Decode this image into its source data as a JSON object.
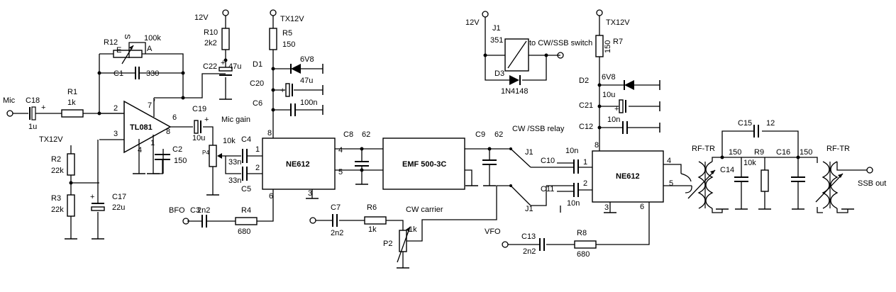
{
  "labels": {
    "mic": "Mic",
    "c18": "C18",
    "c18v": "1u",
    "r1": "R1",
    "r1v": "1k",
    "r12": "R12",
    "r12v": "100k",
    "r12s": "S",
    "r12e": "E",
    "r12a": "A",
    "c1": "C1",
    "c1v": "330",
    "opamp": "TL081",
    "pin2": "2",
    "pin3": "3",
    "pin7": "7",
    "pin6": "6",
    "pin8": "8",
    "pin4": "4",
    "pin1": "1",
    "c2": "C2",
    "c2v": "150",
    "tx12a": "TX12V",
    "r2": "R2",
    "r2v": "22k",
    "r3": "R3",
    "r3v": "22k",
    "c17": "C17",
    "c17v": "22u",
    "v12a": "12V",
    "r10": "R10",
    "r10v": "2k2",
    "c22": "C22",
    "c22v": "47u",
    "c19": "C19",
    "c19v": "10u",
    "micgain": "Mic gain",
    "p4": "P4",
    "p4v": "10k",
    "c4": "C4",
    "c4v": "33n",
    "c5": "C5",
    "c5v": "33n",
    "tx12b": "TX12V",
    "r5": "R5",
    "r5v": "150",
    "d1": "D1",
    "d1v": "6V8",
    "c20": "C20",
    "c20v": "47u",
    "c6": "C6",
    "c6v": "100n",
    "ne612a": "NE612",
    "na1": "1",
    "na2": "2",
    "na3": "3",
    "na4": "4",
    "na5": "5",
    "na6": "6",
    "na8": "8",
    "bfo": "BFO",
    "c3": "C3",
    "c3v": "2n2",
    "r4": "R4",
    "r4v": "680",
    "c8": "C8",
    "c8v": "62",
    "filter": "EMF 500-3C",
    "c9": "C9",
    "c9v": "62",
    "relaylbl": "CW /SSB relay",
    "c7": "C7",
    "c7v": "2n2",
    "r6": "R6",
    "r6v": "1k",
    "cwcarrier": "CW carrier",
    "p2": "P2",
    "p2v": "1k",
    "v12b": "12V",
    "j1top": "J1",
    "j1v": "351",
    "toswitch": "to CW/SSB switch",
    "d3": "D3",
    "d3v": "1N4148",
    "j1a": "J1",
    "j1b": "J1",
    "c10": "C10",
    "c10v": "10n",
    "c11": "C11",
    "c11v": "10n",
    "vfo": "VFO",
    "c13": "C13",
    "c13v": "2n2",
    "r8": "R8",
    "r8v": "680",
    "tx12c": "TX12V",
    "r7": "R7",
    "r7v": "150",
    "d2": "D2",
    "d2v": "6V8",
    "c21": "C21",
    "c21v": "10u",
    "c12": "C12",
    "c12v": "10n",
    "ne612b": "NE612",
    "nb1": "1",
    "nb2": "2",
    "nb3": "3",
    "nb4": "4",
    "nb5": "5",
    "nb6": "6",
    "nb8": "8",
    "c15": "C15",
    "c15v": "12",
    "rftr1": "RF-TR",
    "rftr2": "RF-TR",
    "c14": "C14",
    "c14v": "150",
    "r9": "R9",
    "r9v": "10k",
    "c16": "C16",
    "c16v": "150",
    "ssbout": "SSB out",
    "plus": "+"
  }
}
